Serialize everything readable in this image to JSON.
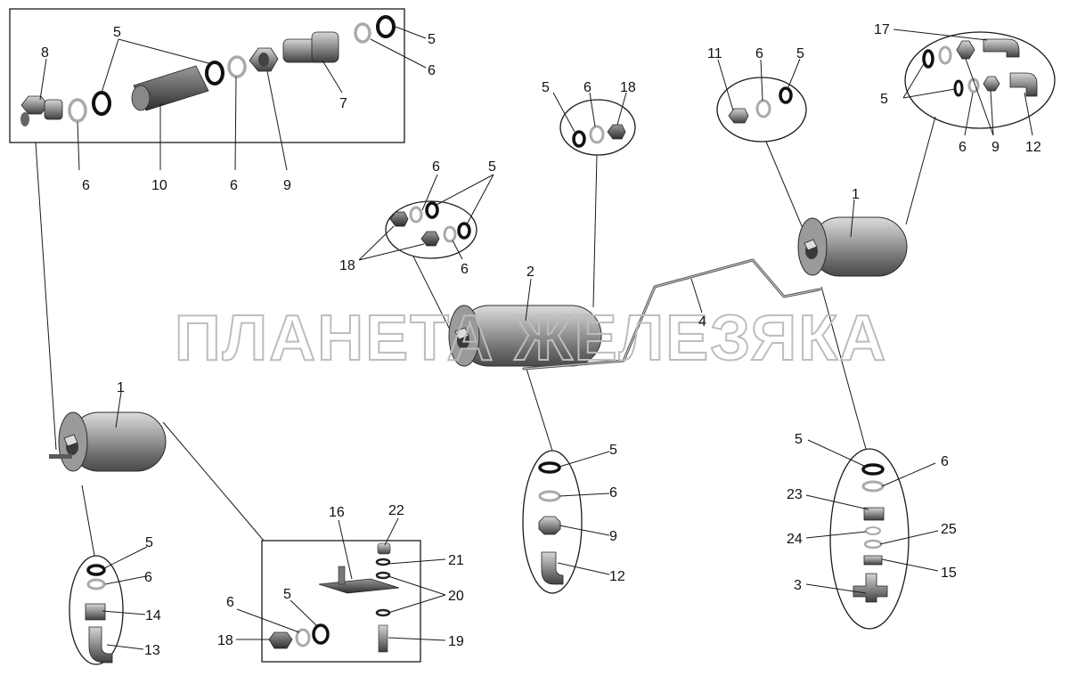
{
  "watermark": "ПЛАНЕТА ЖЕЛЕЗЯКА",
  "callouts": {
    "n1": "1",
    "n2": "2",
    "n3": "3",
    "n4": "4",
    "n5": "5",
    "n6": "6",
    "n7": "7",
    "n8": "8",
    "n9": "9",
    "n10": "10",
    "n11": "11",
    "n12": "12",
    "n13": "13",
    "n14": "14",
    "n15": "15",
    "n16": "16",
    "n17": "17",
    "n18": "18",
    "n19": "19",
    "n20": "20",
    "n21": "21",
    "n22": "22",
    "n23": "23",
    "n24": "24",
    "n25": "25"
  },
  "colors": {
    "line": "#1a1a1a",
    "part_dark": "#3a3a3a",
    "part_mid": "#7a7a7a",
    "part_light": "#b8b8b8",
    "watermark_stroke": "#bdbdbd"
  }
}
